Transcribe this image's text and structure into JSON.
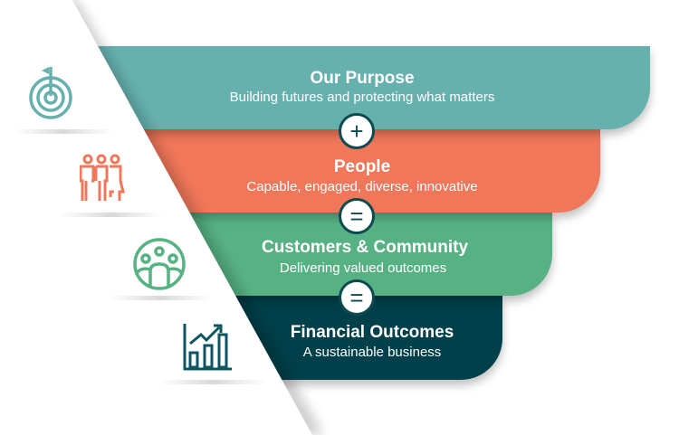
{
  "tiers": [
    {
      "title": "Our Purpose",
      "subtitle": "Building futures and protecting what matters",
      "color": "#66b0ae",
      "icon": "target-icon"
    },
    {
      "title": "People",
      "subtitle": "Capable, engaged, diverse, innovative",
      "color": "#f0775a",
      "icon": "people-icon"
    },
    {
      "title": "Customers & Community",
      "subtitle": "Delivering valued outcomes",
      "color": "#57b283",
      "icon": "community-icon"
    },
    {
      "title": "Financial Outcomes",
      "subtitle": "A sustainable business",
      "color": "#00404a",
      "icon": "growth-chart-icon"
    }
  ],
  "operators": [
    "+",
    "=",
    "="
  ]
}
